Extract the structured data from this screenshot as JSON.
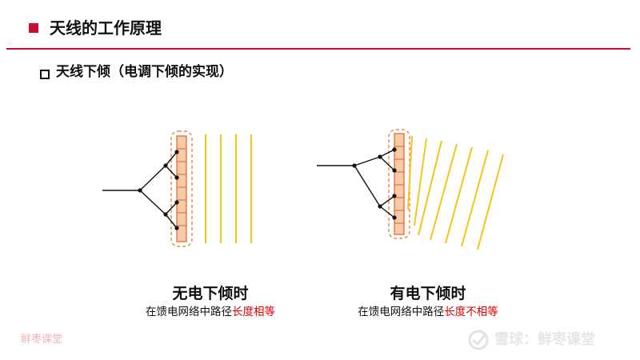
{
  "header": {
    "title": "天线的工作原理"
  },
  "section": {
    "title": "天线下倾（电调下倾的实现）"
  },
  "left_diagram": {
    "title": "无电下倾时",
    "subtitle_prefix": "在馈电网络中路径",
    "subtitle_highlight": "长度相等"
  },
  "right_diagram": {
    "title": "有电下倾时",
    "subtitle_prefix": "在馈电网络中路径",
    "subtitle_highlight": "长度不相等"
  },
  "watermark": {
    "left_text": "鲜枣课堂",
    "right_text": "雪球：鲜枣课堂"
  },
  "colors": {
    "accent_red": "#c8102e",
    "highlight_red": "#e00000",
    "element_fill": "#f8c9a8",
    "element_stroke": "#e0632a",
    "dash_outline": "#f08a4b",
    "wave_yellow": "#f5c518",
    "feed_line": "#111111"
  },
  "icons": {
    "header_marker": "red-square",
    "section_marker": "hollow-square",
    "watermark_logo": "snowball-logo"
  }
}
